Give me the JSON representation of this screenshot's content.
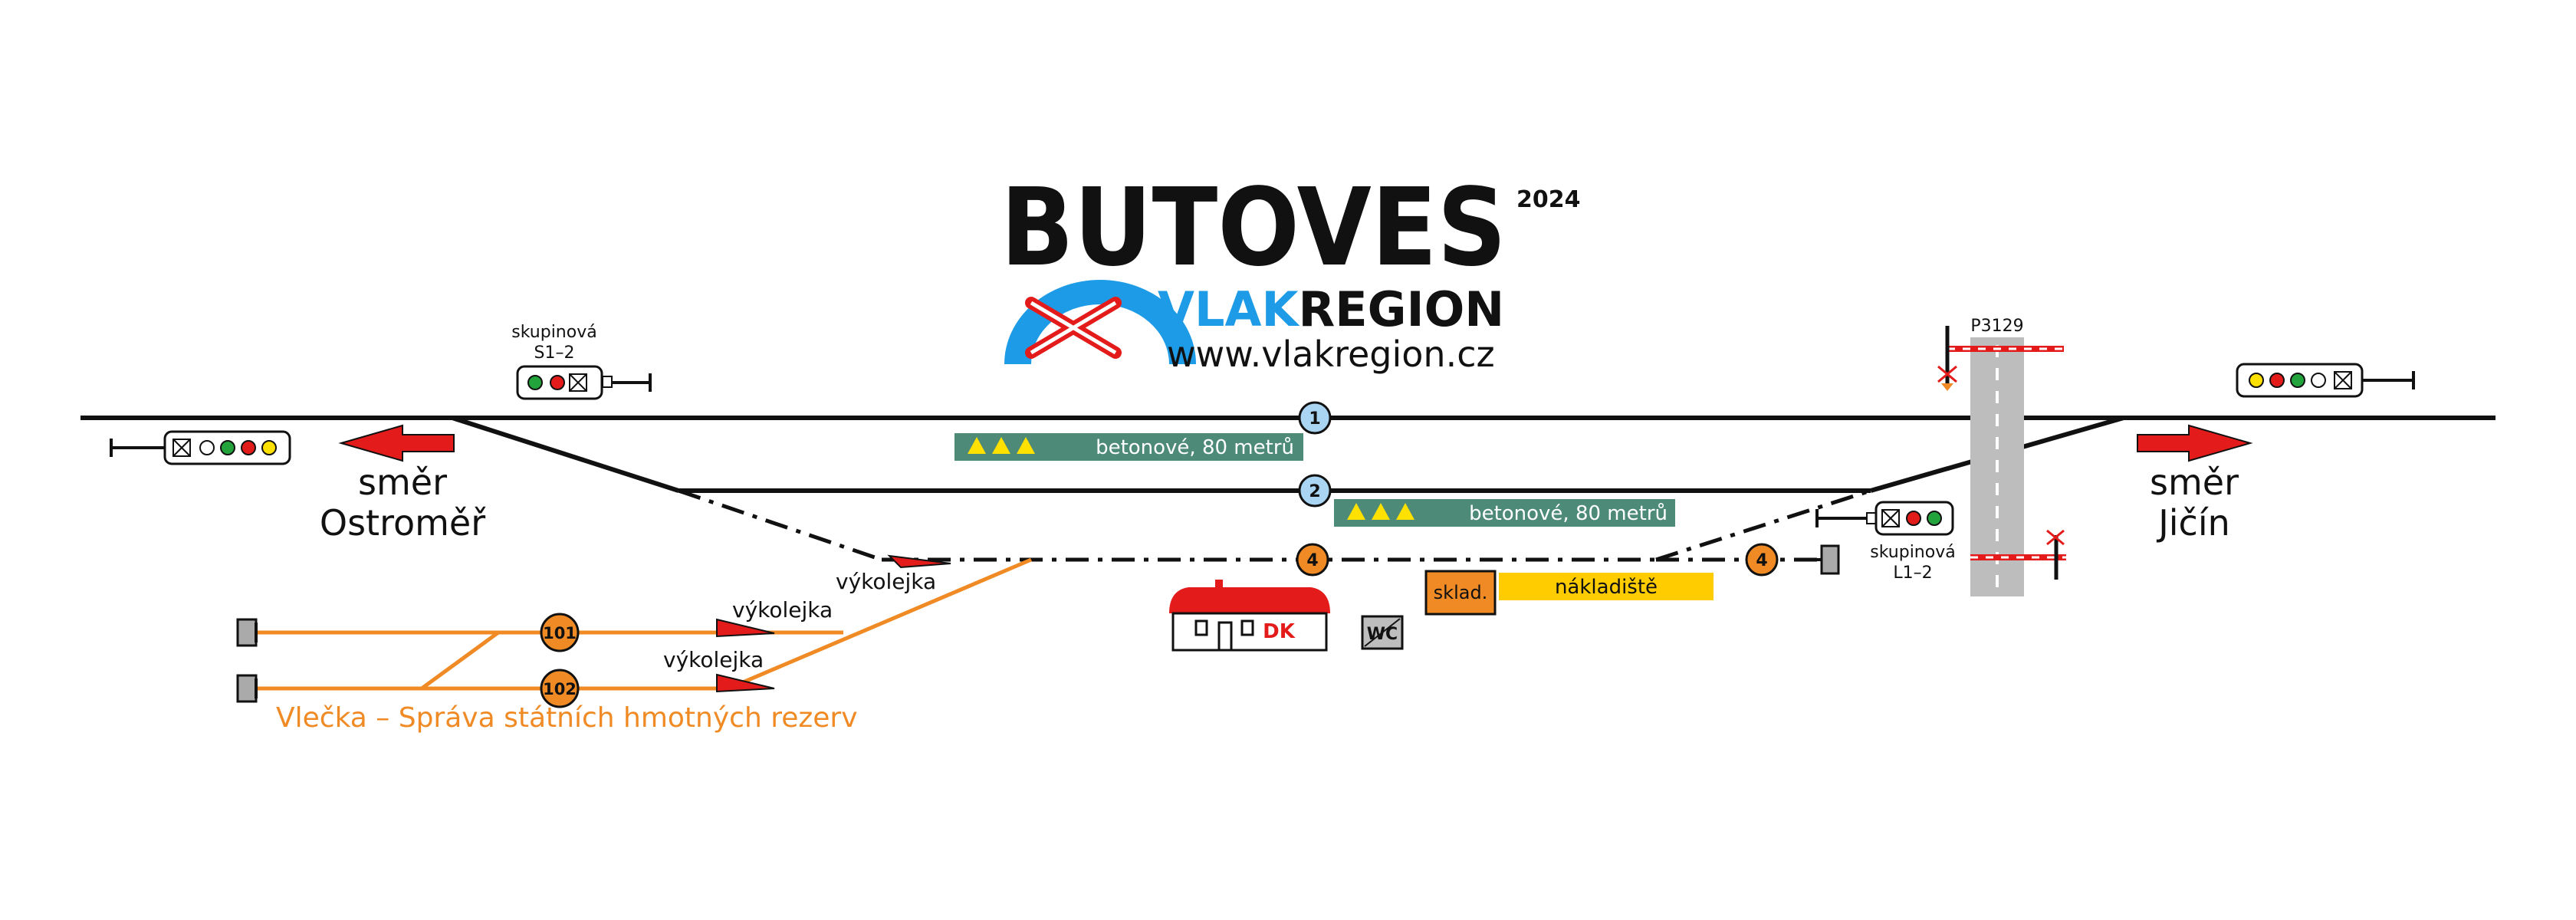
{
  "header": {
    "title": "BUTOVES",
    "year": "2024",
    "brand_part1": "VLAK",
    "brand_part2": "REGION",
    "url": "www.vlakregion.cz"
  },
  "signals": {
    "group_s": {
      "line1": "skupinová",
      "line2": "S1–2"
    },
    "group_l": {
      "line1": "skupinová",
      "line2": "L1–2"
    }
  },
  "directions": {
    "left": {
      "line1": "směr",
      "line2": "Ostroměř"
    },
    "right": {
      "line1": "směr",
      "line2": "Jičín"
    }
  },
  "tracks": [
    {
      "number": "1"
    },
    {
      "number": "2"
    },
    {
      "number": "4"
    },
    {
      "number": "4"
    },
    {
      "number": "101"
    },
    {
      "number": "102"
    }
  ],
  "platforms": [
    {
      "label": "betonové, 80 metrů"
    },
    {
      "label": "betonové, 80 metrů"
    }
  ],
  "derailers": [
    "výkolejka",
    "výkolejka",
    "výkolejka"
  ],
  "buildings": {
    "station": "DK",
    "wc": "WC",
    "warehouse": "sklad.",
    "loading_area": "nákladiště"
  },
  "crossing": {
    "label": "P3129"
  },
  "siding": {
    "label": "Vlečka – Správa státních hmotných rezerv"
  },
  "colors": {
    "track": "#111111",
    "siding": "#f08a24",
    "platform": "#4d8a78",
    "loading": "#ffcc00",
    "warehouse": "#f08a24",
    "arrow": "#e31b1b",
    "track_badge": "#a9d4f2",
    "brand_blue": "#1e9be6",
    "road": "#bdbdbd"
  }
}
